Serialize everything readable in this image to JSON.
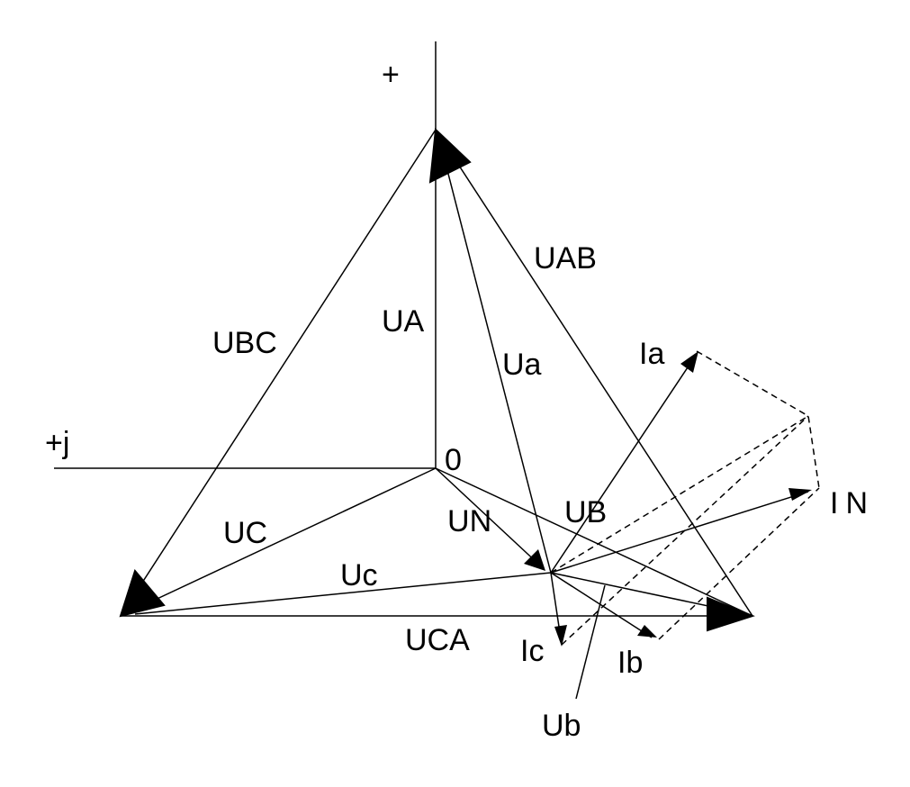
{
  "labels": {
    "plus_real": "+",
    "plus_j": "+j",
    "origin": "0",
    "UA": "UA",
    "UAB": "UAB",
    "UBC": "UBC",
    "UCA": "UCA",
    "UB": "UB",
    "UC": "UC",
    "Ua": "Ua",
    "Ub": "Ub",
    "Uc": "Uc",
    "UN_main": "U",
    "UN_sub": "N",
    "Ia": "Ia",
    "Ib": "Ib",
    "Ic": "Ic",
    "IN_main": "I",
    "IN_sub": "N"
  }
}
